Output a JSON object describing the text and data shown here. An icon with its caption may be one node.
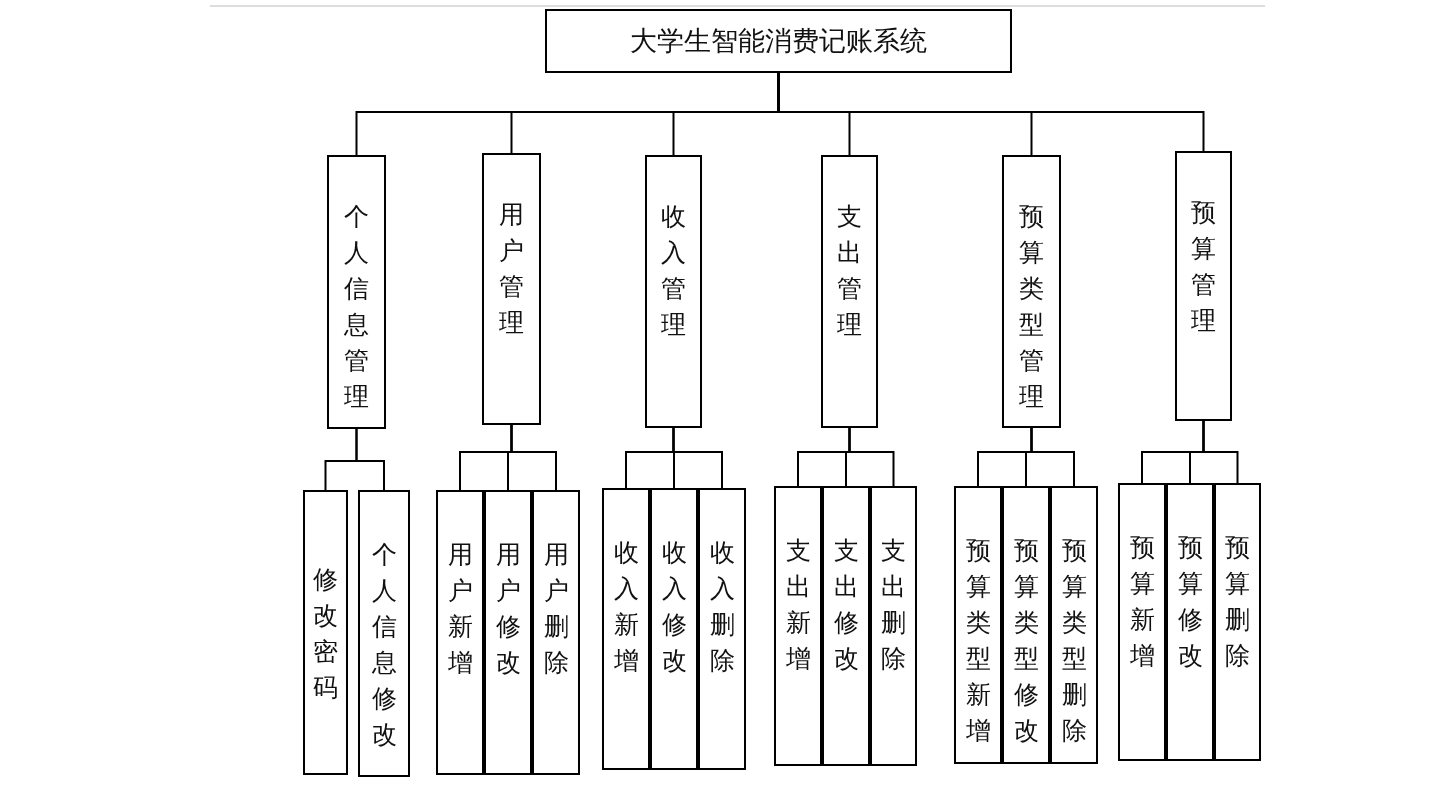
{
  "diagram": {
    "nodes": [
      {
        "text": [
          "大学生智能消费记账系统"
        ]
      },
      {
        "text": [
          "个人信息管理"
        ]
      },
      {
        "text": [
          "用户管理"
        ]
      },
      {
        "text": [
          "收入管理"
        ]
      },
      {
        "text": [
          "支出管理"
        ]
      },
      {
        "text": [
          "预算类型管理"
        ]
      },
      {
        "text": [
          "预算管理"
        ]
      },
      {
        "text": [
          "修改密码"
        ]
      },
      {
        "text": [
          "个人信息修改"
        ]
      },
      {
        "text": [
          "用户新增"
        ]
      },
      {
        "text": [
          "用户修改"
        ]
      },
      {
        "text": [
          "用户删除"
        ]
      },
      {
        "text": [
          "收入新增"
        ]
      },
      {
        "text": [
          "收入修改"
        ]
      },
      {
        "text": [
          "收入删除"
        ]
      },
      {
        "text": [
          "支出新增"
        ]
      },
      {
        "text": [
          "支出修改"
        ]
      },
      {
        "text": [
          "支出删除"
        ]
      },
      {
        "text": [
          "预算类型新增"
        ]
      },
      {
        "text": [
          "预算类型修改"
        ]
      },
      {
        "text": [
          "预算类型删除"
        ]
      },
      {
        "text": [
          "预算新增"
        ]
      },
      {
        "text": [
          "预算修改"
        ]
      },
      {
        "text": [
          "预算删除"
        ]
      }
    ],
    "edges": [
      {
        "from": 0,
        "to": 1,
        "arrow": "none"
      },
      {
        "from": 0,
        "to": 2,
        "arrow": "none"
      },
      {
        "from": 0,
        "to": 3,
        "arrow": "none"
      },
      {
        "from": 0,
        "to": 4,
        "arrow": "none"
      },
      {
        "from": 0,
        "to": 5,
        "arrow": "none"
      },
      {
        "from": 0,
        "to": 6,
        "arrow": "none"
      },
      {
        "from": 1,
        "to": 7,
        "arrow": "none"
      },
      {
        "from": 1,
        "to": 8,
        "arrow": "none"
      },
      {
        "from": 2,
        "to": 9,
        "arrow": "none"
      },
      {
        "from": 2,
        "to": 10,
        "arrow": "none"
      },
      {
        "from": 2,
        "to": 11,
        "arrow": "none"
      },
      {
        "from": 3,
        "to": 12,
        "arrow": "none"
      },
      {
        "from": 3,
        "to": 13,
        "arrow": "none"
      },
      {
        "from": 3,
        "to": 14,
        "arrow": "none"
      },
      {
        "from": 4,
        "to": 15,
        "arrow": "none"
      },
      {
        "from": 4,
        "to": 16,
        "arrow": "none"
      },
      {
        "from": 4,
        "to": 17,
        "arrow": "none"
      },
      {
        "from": 5,
        "to": 18,
        "arrow": "none"
      },
      {
        "from": 5,
        "to": 19,
        "arrow": "none"
      },
      {
        "from": 5,
        "to": 20,
        "arrow": "none"
      },
      {
        "from": 6,
        "to": 21,
        "arrow": "none"
      },
      {
        "from": 6,
        "to": 22,
        "arrow": "none"
      },
      {
        "from": 6,
        "to": 23,
        "arrow": "none"
      }
    ]
  }
}
